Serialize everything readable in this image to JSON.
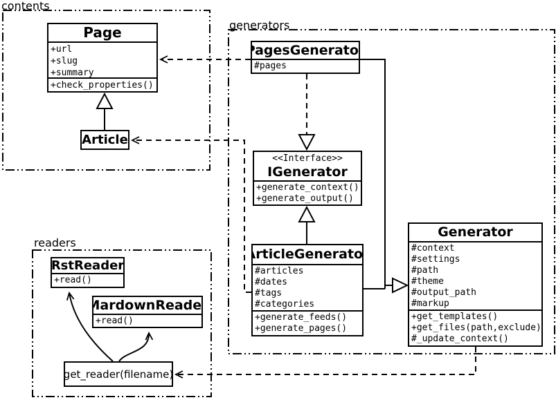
{
  "packages": {
    "contents": {
      "label": "contents"
    },
    "generators": {
      "label": "generators"
    },
    "readers": {
      "label": "readers"
    }
  },
  "classes": {
    "page": {
      "name": "Page",
      "attributes": [
        "+url",
        "+slug",
        "+summary"
      ],
      "methods": [
        "+check_properties()"
      ]
    },
    "article": {
      "name": "Article"
    },
    "pages_generator": {
      "name": "PagesGenerator",
      "attributes": [
        "#pages"
      ]
    },
    "igenerator": {
      "stereotype": "<<Interface>>",
      "name": "IGenerator",
      "methods": [
        "+generate_context()",
        "+generate_output()"
      ]
    },
    "article_generator": {
      "name": "ArticleGenerator",
      "attributes": [
        "#articles",
        "#dates",
        "#tags",
        "#categories"
      ],
      "methods": [
        "+generate_feeds()",
        "+generate_pages()"
      ]
    },
    "generator": {
      "name": "Generator",
      "attributes": [
        "#context",
        "#settings",
        "#path",
        "#theme",
        "#output_path",
        "#markup"
      ],
      "methods": [
        "+get_templates()",
        "+get_files(path,exclude)",
        "#_update_context()"
      ]
    },
    "rst_reader": {
      "name": "RstReader",
      "methods": [
        "+read()"
      ]
    },
    "mardown_reader": {
      "name": "MardownReader",
      "methods": [
        "+read()"
      ]
    },
    "get_reader": {
      "label": "get_reader(filename)"
    }
  },
  "relationships": [
    {
      "from": "Article",
      "to": "Page",
      "type": "inheritance-solid-hollow-triangle"
    },
    {
      "from": "PagesGenerator",
      "to": "Page",
      "type": "dependency-dashed-open-arrow"
    },
    {
      "from": "ArticleGenerator",
      "to": "Article",
      "type": "dependency-dashed-open-arrow"
    },
    {
      "from": "PagesGenerator",
      "to": "IGenerator",
      "type": "realization-dashed-hollow-triangle"
    },
    {
      "from": "ArticleGenerator",
      "to": "IGenerator",
      "type": "inheritance-solid-hollow-triangle"
    },
    {
      "from": "PagesGenerator",
      "to": "Generator",
      "type": "inheritance-solid-hollow-triangle"
    },
    {
      "from": "ArticleGenerator",
      "to": "Generator",
      "type": "inheritance-solid-hollow-triangle"
    },
    {
      "from": "Generator",
      "to": "get_reader(filename)",
      "type": "dependency-dashed-open-arrow"
    },
    {
      "from": "get_reader(filename)",
      "to": "RstReader",
      "type": "curved-open-arrow"
    },
    {
      "from": "get_reader(filename)",
      "to": "MardownReader",
      "type": "curved-open-arrow"
    }
  ],
  "colors": {
    "line": "#000000",
    "background": "#ffffff"
  }
}
